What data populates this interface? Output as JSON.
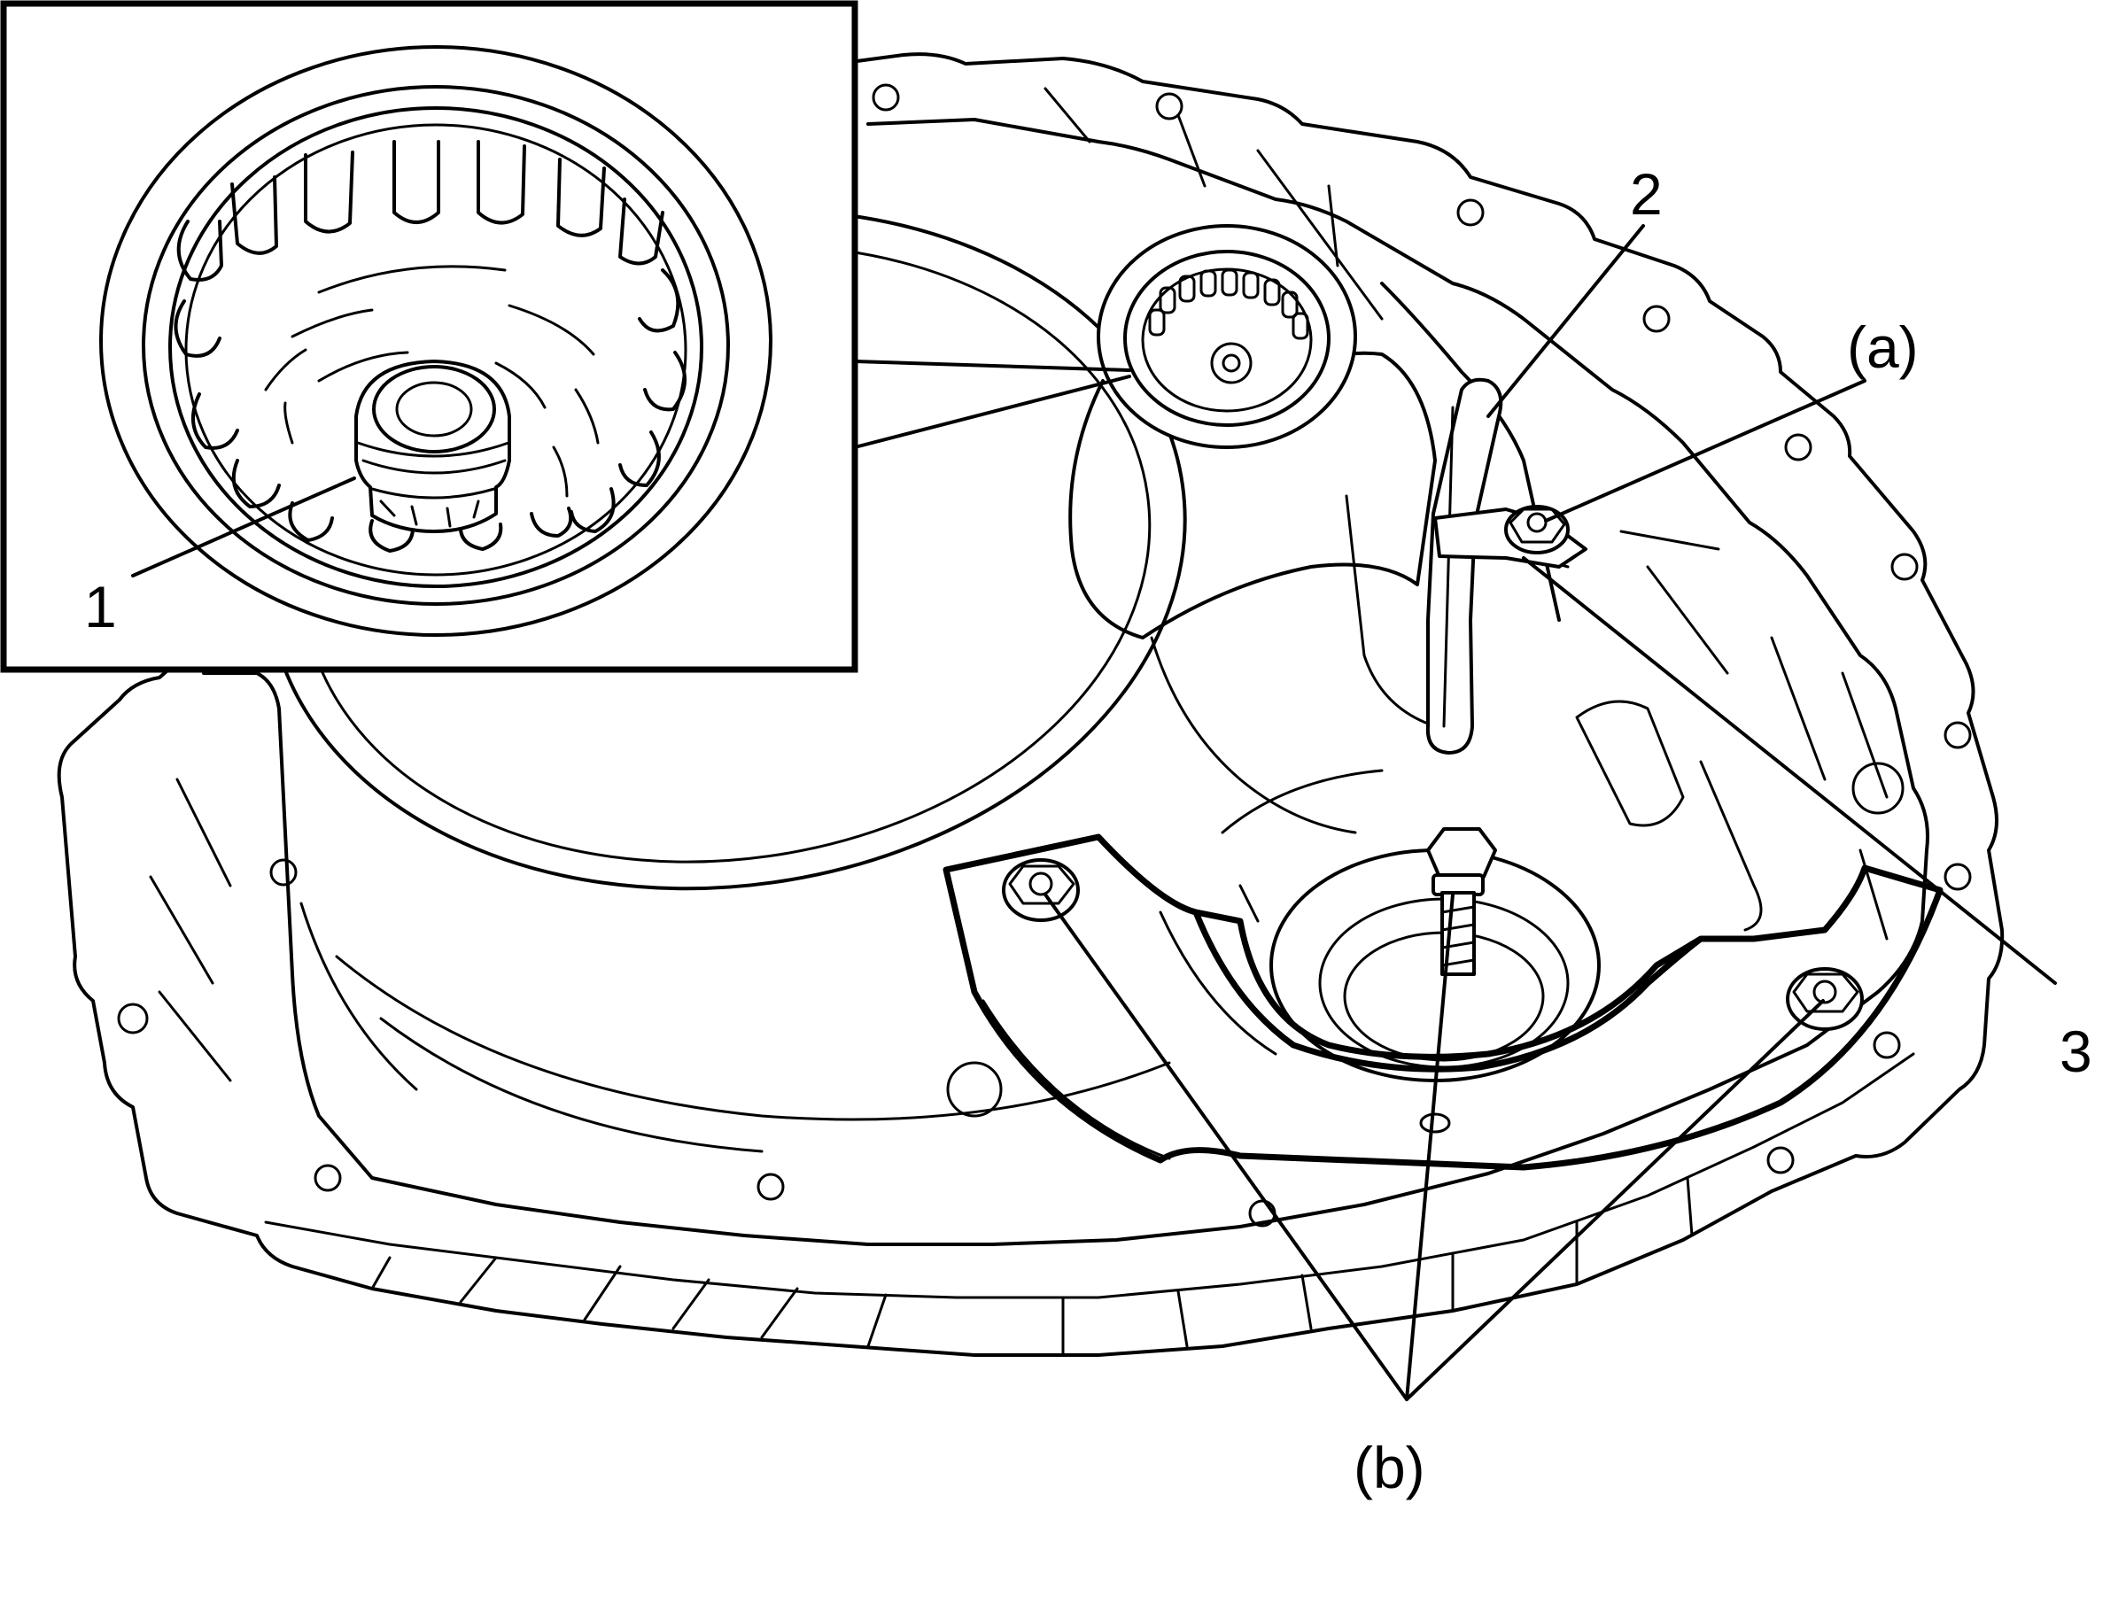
{
  "figure": {
    "callouts": {
      "one": "1",
      "two": "2",
      "three": "3",
      "a": "(a)",
      "b": "(b)"
    },
    "colors": {
      "line": "#000000",
      "background": "#ffffff"
    }
  }
}
